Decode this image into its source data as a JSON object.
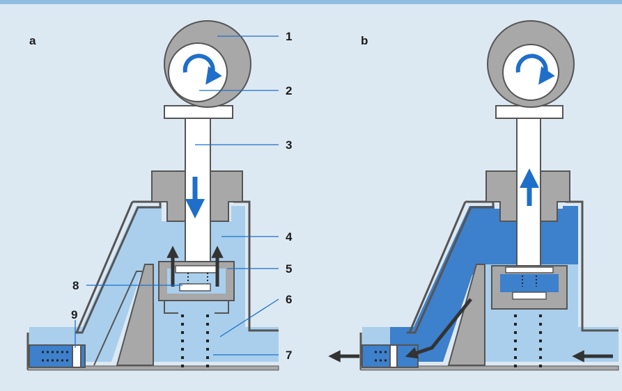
{
  "panels": {
    "a": {
      "label": "a"
    },
    "b": {
      "label": "b"
    }
  },
  "callouts": [
    "1",
    "2",
    "3",
    "4",
    "5",
    "6",
    "7",
    "8",
    "9"
  ],
  "colors": {
    "background": "#dde9f2",
    "housing": "#a8a8a8",
    "housing_edge": "#555555",
    "fluid_light": "#a9cfec",
    "fluid_dark": "#3d80cc",
    "arrow_blue": "#1e6fc9",
    "arrow_dark": "#333333",
    "plunger": "#ffffff"
  },
  "icons": {
    "rotation": "clockwise-arrow-icon",
    "flow": "flow-arrow-icon"
  }
}
